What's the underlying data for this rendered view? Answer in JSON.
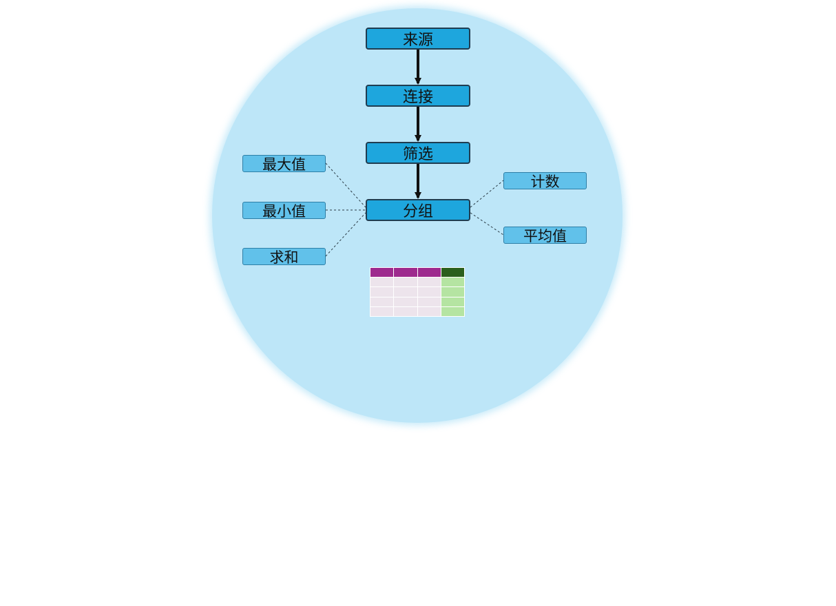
{
  "diagram": {
    "flow_steps": [
      "来源",
      "连接",
      "筛选",
      "分组"
    ],
    "aggregations_left": [
      "最大值",
      "最小值",
      "求和"
    ],
    "aggregations_right": [
      "计数",
      "平均值"
    ]
  },
  "colors": {
    "background_circle": "#bde6f8",
    "step_box": "#1ea6dd",
    "aggregation_box": "#61c1ea",
    "table_header": "#9e2a8e",
    "table_header_accent": "#2b5f1d",
    "table_cell": "#ede4ec",
    "table_cell_accent": "#b5e4a2"
  },
  "icons": {
    "result_table": "table-icon"
  }
}
